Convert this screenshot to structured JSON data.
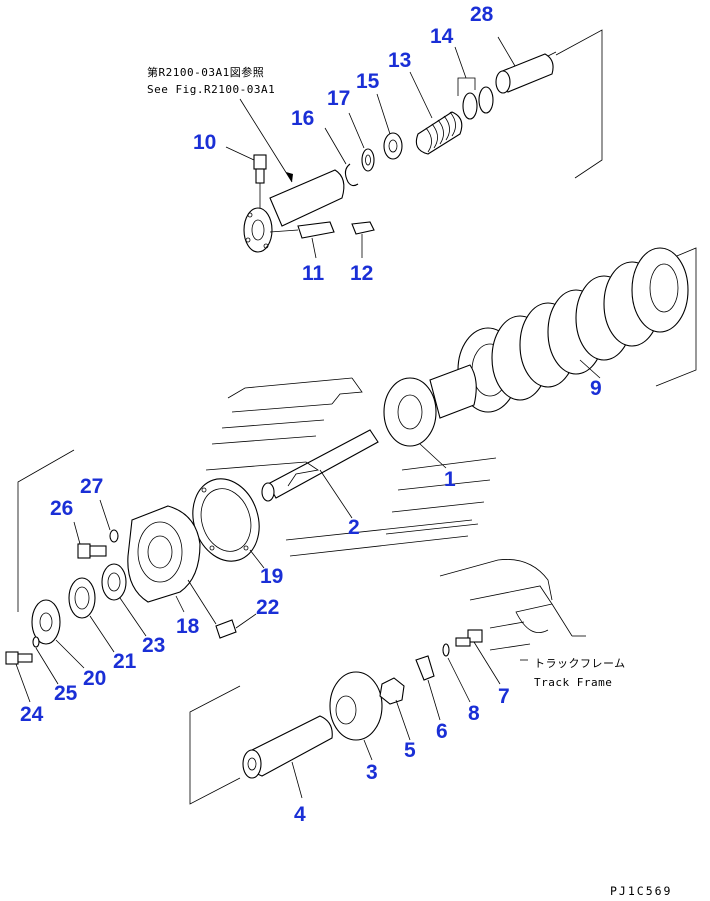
{
  "reference_note": {
    "line1": "第R2100-03A1図参照",
    "line2": "See Fig.R2100-03A1"
  },
  "frame_note": {
    "line1": "トラックフレーム",
    "line2": "Track Frame"
  },
  "drawing_code": "PJ1C569",
  "callouts": {
    "c1": "1",
    "c2": "2",
    "c3": "3",
    "c4": "4",
    "c5": "5",
    "c6": "6",
    "c7": "7",
    "c8": "8",
    "c9": "9",
    "c10": "10",
    "c11": "11",
    "c12": "12",
    "c13": "13",
    "c14": "14",
    "c15": "15",
    "c16": "16",
    "c17": "17",
    "c18": "18",
    "c19": "19",
    "c20": "20",
    "c21": "21",
    "c22": "22",
    "c23": "23",
    "c24": "24",
    "c25": "25",
    "c26": "26",
    "c27": "27",
    "c28": "28"
  },
  "colors": {
    "callout": "#1a2fd6",
    "line": "#000000",
    "background": "#ffffff"
  }
}
